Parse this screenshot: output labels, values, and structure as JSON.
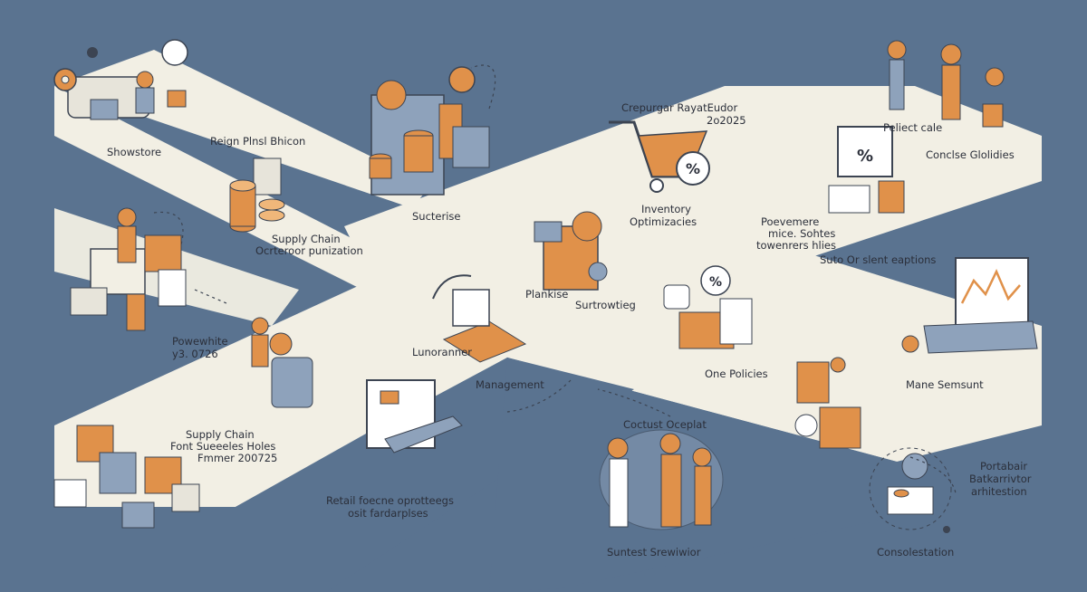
{
  "colors": {
    "background": "#5a7390",
    "path": "#f2efe4",
    "accent_orange": "#e0914a",
    "outline": "#3c4452",
    "slate": "#8ea2bb"
  },
  "labels": {
    "showstore": "Showstore",
    "reign_plan": "Reign Plnsl Bhicon",
    "supply_chain_opt_1": "Supply Chain",
    "supply_chain_opt_2": "Ocrteroor punization",
    "powerwhite_1": "Powewhite",
    "powerwhite_2": "y3. 0726",
    "supply_chain_2_1": "Supply Chain",
    "supply_chain_2_2": "Font Sueeeles Holes",
    "supply_chain_2_3": "Fmmer 200725",
    "retail_1": "Retail foecne oprotteegs",
    "retail_2": "osit fardarplses",
    "sucterise": "Sucterise",
    "crepurgar_1": "Crepurgar RayatEudor",
    "crepurgar_2": "2o2025",
    "inventory_1": "Inventory",
    "inventory_2": "Optimizacies",
    "plankise": "Plankise",
    "surtrowing": "Surtrowtieg",
    "lunoranner": "Lunoranner",
    "management": "Management",
    "one_policies": "One Policies",
    "perfect_sale": "Peliect cale",
    "concluse": "Conclse Glolidies",
    "poevemere_1": "Poevemere",
    "poevemere_2": "mice. Sohtes",
    "poevemere_3": "towenrers hlies",
    "suto": "Suto Or slent eaptions",
    "mane_semunt": "Mane Semsunt",
    "coctust_1": "Coctust Oceplat",
    "suntest": "Suntest Srewiwior",
    "portabair_1": "Portabair",
    "portabair_2": "Batkarrivtor",
    "portabair_3": "arhitestion",
    "consolidation": "Consolestation"
  }
}
